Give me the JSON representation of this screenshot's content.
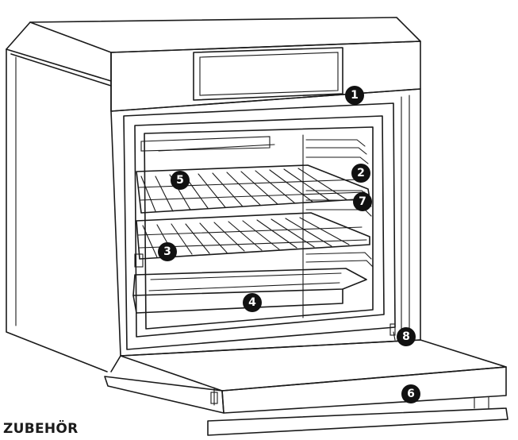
{
  "section_heading": "ZUBEHÖR",
  "callouts": [
    {
      "id": "control-panel",
      "number": "1"
    },
    {
      "id": "side-rail",
      "number": "2"
    },
    {
      "id": "lower-wire-rack",
      "number": "3"
    },
    {
      "id": "baking-tray",
      "number": "4"
    },
    {
      "id": "upper-wire-rack",
      "number": "5"
    },
    {
      "id": "oven-door",
      "number": "6"
    },
    {
      "id": "telescopic-runner",
      "number": "7"
    },
    {
      "id": "door-hinge",
      "number": "8"
    }
  ]
}
